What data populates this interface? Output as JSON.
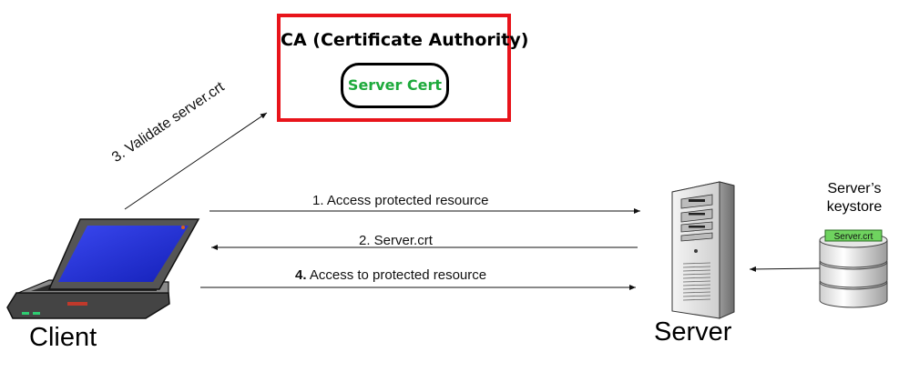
{
  "ca": {
    "title": "CA (Certificate Authority)",
    "cert_label": "Server Cert"
  },
  "arrows": {
    "step1": "1.  Access protected resource",
    "step2": "2. Server.crt",
    "step3": "3. Validate server.crt",
    "step4_number": "4.",
    "step4_text": " Access to protected resource"
  },
  "nodes": {
    "client": "Client",
    "server": "Server",
    "keystore_line1": "Server’s",
    "keystore_line2": "keystore",
    "keystore_tag": "Server.crt"
  },
  "colors": {
    "ca_border": "#e8141b",
    "cert_text": "#1eaa3c",
    "screen": "#1f2fd8",
    "keystore_tag": "#6fd35f"
  },
  "icons": [
    "laptop-icon",
    "server-tower-icon",
    "database-icon"
  ]
}
